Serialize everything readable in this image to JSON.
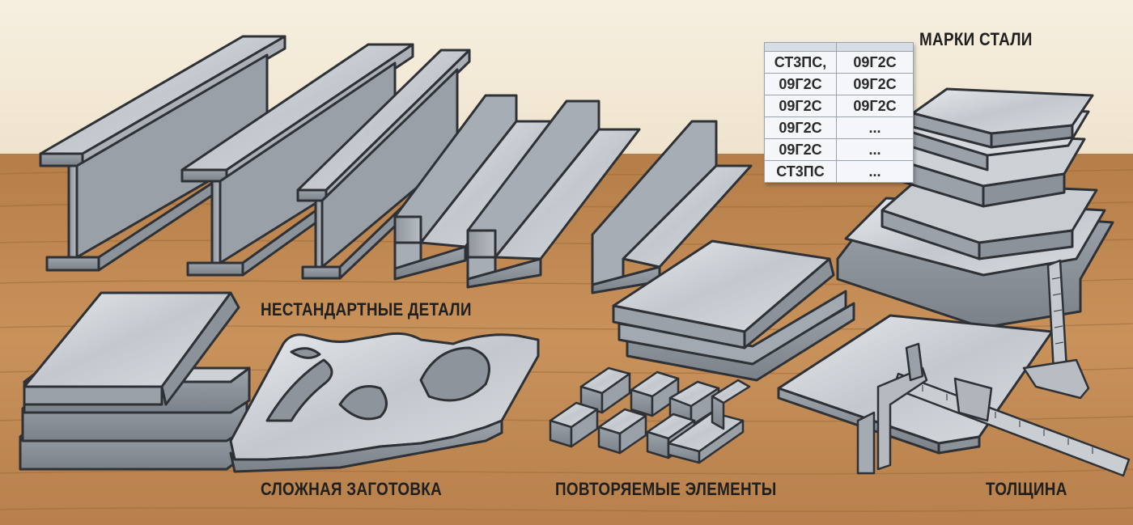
{
  "captions": {
    "non_standard": "НЕСТАНДАРТНЫЕ ДЕТАЛИ",
    "complex_blank": "СЛОЖНАЯ ЗАГОТОВКА",
    "repeated": "ПОВТОРЯЕМЫЕ ЭЛЕМЕНТЫ",
    "thickness": "ТОЛЩИНА",
    "steel_grades": "МАРКИ СТАЛИ"
  },
  "steel_table": {
    "rows": [
      [
        "СТ3ПС,",
        "09Г2С"
      ],
      [
        "09Г2С",
        "09Г2С"
      ],
      [
        "09Г2С",
        "09Г2С"
      ],
      [
        "09Г2С",
        "..."
      ],
      [
        "09Г2С",
        "..."
      ],
      [
        "СТ3ПС",
        "..."
      ]
    ]
  },
  "colors": {
    "wall": "#f3ead8",
    "wood": "#c08a55",
    "metal_light": "#d5d9de",
    "metal_mid": "#a8aeb5",
    "metal_dark": "#7a8087",
    "outline": "#2e3236"
  }
}
